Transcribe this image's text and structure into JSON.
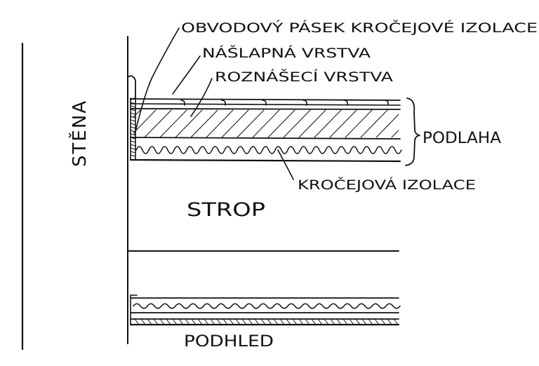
{
  "labels": {
    "wall": "STĚNA",
    "perimeter_strip": "OBVODOVÝ PÁSEK KROČEJOVÉ IZOLACE",
    "wearing_layer": "NÁŠLAPNÁ VRSTVA",
    "distribution_layer": "ROZNÁŠECÍ VRSTVA",
    "floor": "PODLAHA",
    "impact_insulation": "KROČEJOVÁ IZOLACE",
    "ceiling_slab": "STROP",
    "suspended_ceiling": "PODHLED"
  },
  "colors": {
    "ink": "#111111",
    "paper": "#ffffff"
  }
}
